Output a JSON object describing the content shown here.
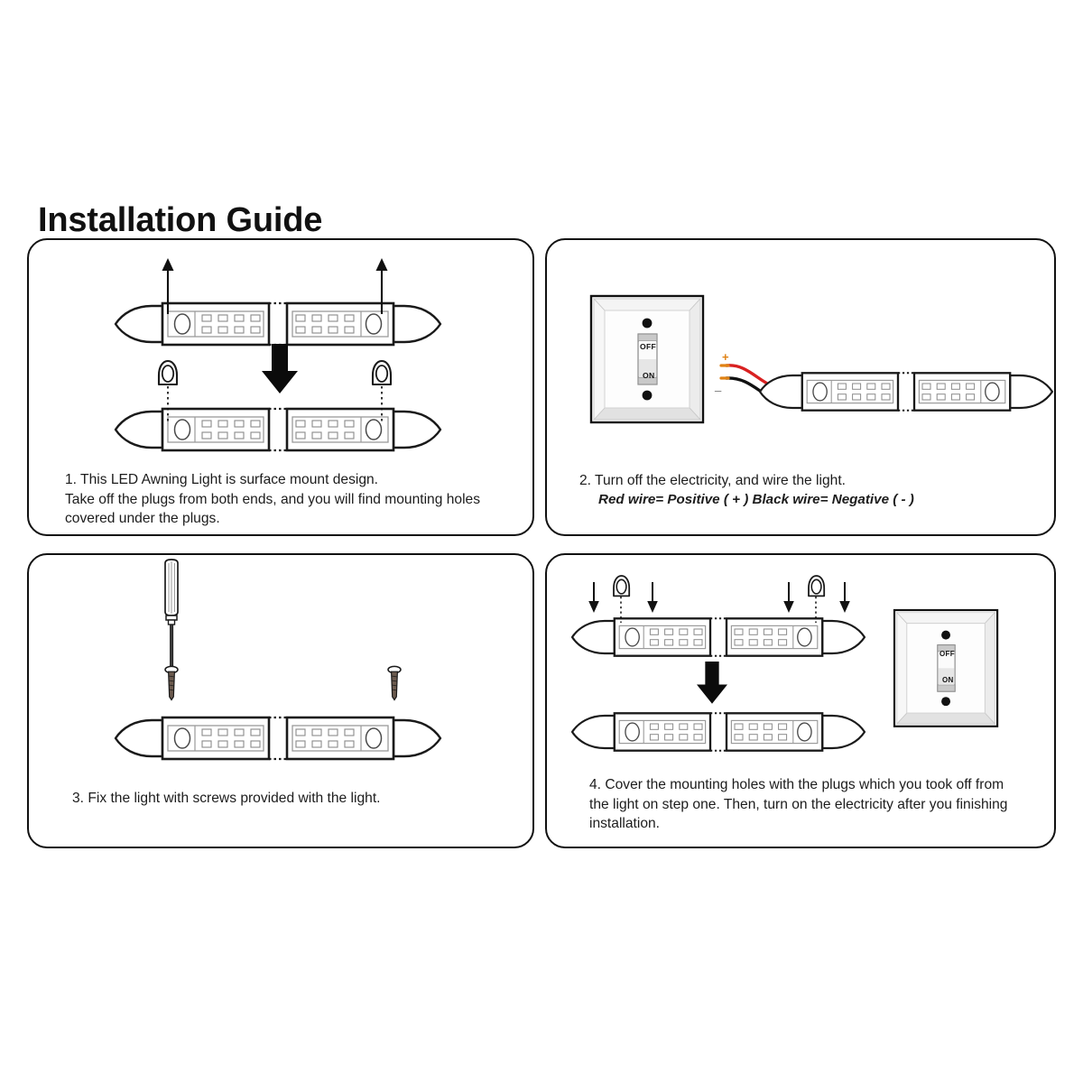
{
  "document": {
    "title": "Installation Guide",
    "type": "installation-guide-diagram",
    "product": "LED Awning Light",
    "background_color": "#ffffff",
    "ink_color": "#111111"
  },
  "panels": [
    {
      "id": "panel-1",
      "step_number": "1",
      "caption": "1. This LED Awning Light is surface mount design.\nTake off the plugs from both ends, and you will find mounting holes covered under the plugs.",
      "subcaption": "",
      "graphics": [
        "led-light-fixture-with-plugs",
        "up-arrow",
        "up-arrow",
        "down-arrow",
        "led-light-fixture-plugs-removed",
        "plug-cap",
        "plug-cap"
      ]
    },
    {
      "id": "panel-2",
      "step_number": "2",
      "caption": "2. Turn off the electricity, and wire the light.",
      "subcaption": "Red wire= Positive ( + )    Black wire= Negative ( - )",
      "graphics": [
        "wall-light-switch",
        "red-wire",
        "black-wire",
        "led-light-fixture"
      ]
    },
    {
      "id": "panel-3",
      "step_number": "3",
      "caption": "3. Fix the light with screws provided with the light.",
      "subcaption": "",
      "graphics": [
        "screwdriver",
        "screw",
        "screw",
        "led-light-fixture"
      ]
    },
    {
      "id": "panel-4",
      "step_number": "4",
      "caption": "4. Cover the mounting holes with the plugs which you took off from the light on step one. Then, turn on the electricity after you finishing installation.",
      "subcaption": "",
      "graphics": [
        "led-light-fixture-plugs-removed",
        "plug-cap",
        "plug-cap",
        "down-arrow",
        "led-light-fixture-with-plugs",
        "wall-light-switch"
      ]
    }
  ],
  "wire_labels": {
    "positive": "+",
    "negative": "_",
    "red_wire_color": "#d92121",
    "black_wire_color": "#111111",
    "plus_color": "#e08214"
  },
  "switch": {
    "off_label": "OFF",
    "on_label": "ON",
    "plate_color": "#ffffff",
    "bezel_color": "#e8e8e8",
    "toggle_color": "#f2f2f2",
    "screw_color": "#111111",
    "border_color": "#111111"
  },
  "fixture": {
    "led_rows": 2,
    "led_cols": 4,
    "body_color": "#ffffff",
    "outline_color": "#1a1a1a",
    "strip_color": "#ffffff",
    "led_chip_color": "#ffffff"
  },
  "arrows": {
    "big_down": "▼",
    "up": "▲",
    "small_down": "▼"
  }
}
